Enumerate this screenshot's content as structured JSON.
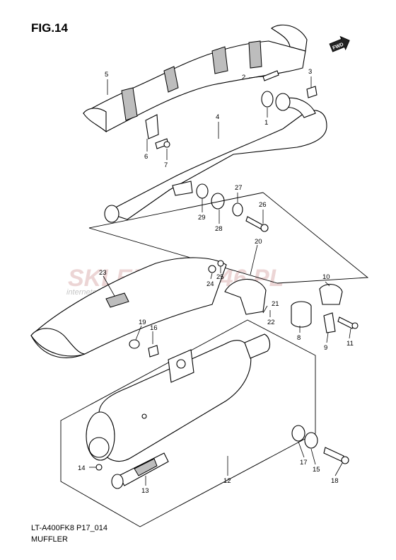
{
  "figure": {
    "title": "FIG.14",
    "model_code": "LT-A400FK8 P17_014",
    "section_name": "MUFFLER",
    "fwd_badge": "FWD"
  },
  "watermark": {
    "brand": "SKLEPMOTO46.PL",
    "tagline": "internetowy sklep motocyklowy"
  },
  "callouts": [
    {
      "id": "c1",
      "label": "1"
    },
    {
      "id": "c2",
      "label": "2"
    },
    {
      "id": "c3",
      "label": "3"
    },
    {
      "id": "c4",
      "label": "4"
    },
    {
      "id": "c5",
      "label": "5"
    },
    {
      "id": "c6",
      "label": "6"
    },
    {
      "id": "c7",
      "label": "7"
    },
    {
      "id": "c8",
      "label": "8"
    },
    {
      "id": "c9",
      "label": "9"
    },
    {
      "id": "c10",
      "label": "10"
    },
    {
      "id": "c11",
      "label": "11"
    },
    {
      "id": "c12",
      "label": "12"
    },
    {
      "id": "c13",
      "label": "13"
    },
    {
      "id": "c14",
      "label": "14"
    },
    {
      "id": "c15",
      "label": "15"
    },
    {
      "id": "c16",
      "label": "16"
    },
    {
      "id": "c17",
      "label": "17"
    },
    {
      "id": "c18",
      "label": "18"
    },
    {
      "id": "c19",
      "label": "19"
    },
    {
      "id": "c20",
      "label": "20"
    },
    {
      "id": "c21",
      "label": "21"
    },
    {
      "id": "c22",
      "label": "22"
    },
    {
      "id": "c23",
      "label": "23"
    },
    {
      "id": "c24",
      "label": "24"
    },
    {
      "id": "c25",
      "label": "25"
    },
    {
      "id": "c26",
      "label": "26"
    },
    {
      "id": "c27",
      "label": "27"
    },
    {
      "id": "c28",
      "label": "28"
    },
    {
      "id": "c29",
      "label": "29"
    }
  ]
}
